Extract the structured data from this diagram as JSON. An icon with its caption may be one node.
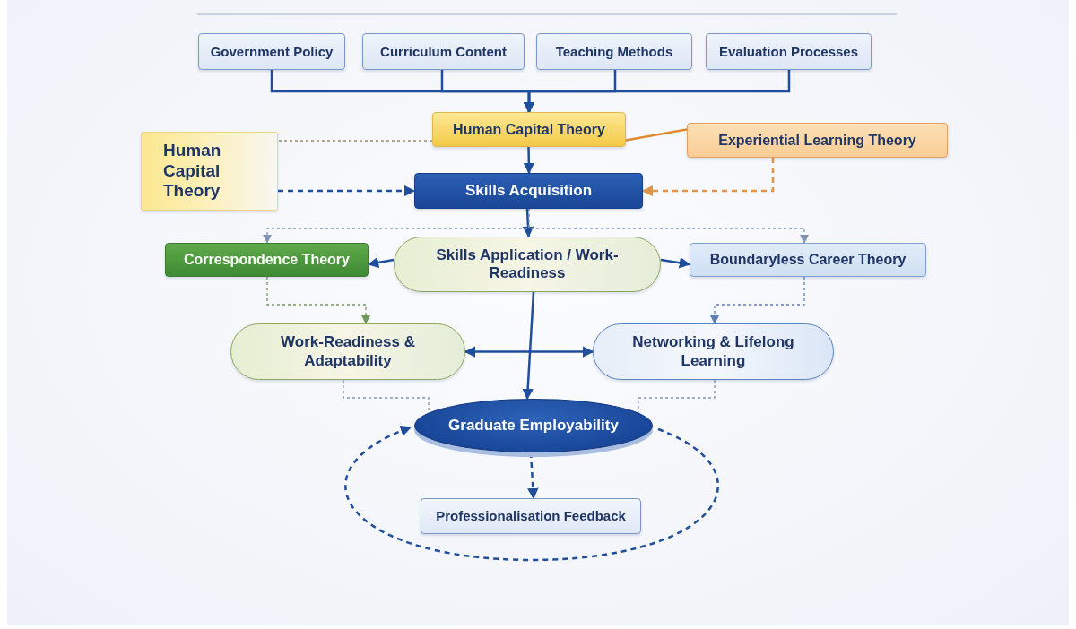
{
  "diagram": {
    "nodes": [
      {
        "text": [
          "Government Policy"
        ]
      },
      {
        "text": [
          "Curriculum Content"
        ]
      },
      {
        "text": [
          "Teaching Methods"
        ]
      },
      {
        "text": [
          "Evaluation Processes"
        ]
      },
      {
        "text": [
          "Human Capital Theory"
        ]
      },
      {
        "text": [
          "Experiential Learning Theory"
        ]
      },
      {
        "text": [
          "Human Capital Theory"
        ]
      },
      {
        "text": [
          "Skills Acquisition"
        ]
      },
      {
        "text": [
          "Correspondence Theory"
        ]
      },
      {
        "text": [
          "Skills Application / Work-Readiness"
        ]
      },
      {
        "text": [
          "Boundaryless Career Theory"
        ]
      },
      {
        "text": [
          "Work-Readiness & Adaptability"
        ]
      },
      {
        "text": [
          "Networking & Lifelong Learning"
        ]
      },
      {
        "text": [
          "Graduate Employability"
        ]
      },
      {
        "text": [
          "Professionalisation Feedback"
        ]
      }
    ],
    "edges": [
      {
        "from": 0,
        "to": 4,
        "arrow": "to"
      },
      {
        "from": 1,
        "to": 4,
        "arrow": "to"
      },
      {
        "from": 2,
        "to": 4,
        "arrow": "to"
      },
      {
        "from": 3,
        "to": 4,
        "arrow": "to"
      },
      {
        "from": 4,
        "to": 5,
        "arrow": "none",
        "color": "#e08a2e"
      },
      {
        "from": 4,
        "to": 6,
        "arrow": "none",
        "style": "dashed",
        "color": "#9a8f6a"
      },
      {
        "from": 4,
        "to": 7,
        "arrow": "to"
      },
      {
        "from": 6,
        "to": 7,
        "arrow": "to",
        "style": "dashed"
      },
      {
        "from": 5,
        "to": 7,
        "arrow": "to",
        "style": "dashed",
        "color": "#e0954a"
      },
      {
        "from": 7,
        "to": 9,
        "arrow": "to"
      },
      {
        "from": 9,
        "to": 8,
        "arrow": "to"
      },
      {
        "from": 9,
        "to": 10,
        "arrow": "to"
      },
      {
        "from": 7,
        "to": 8,
        "arrow": "to",
        "style": "dashed",
        "color": "#8094b4"
      },
      {
        "from": 7,
        "to": 10,
        "arrow": "to",
        "style": "dashed",
        "color": "#8094b4"
      },
      {
        "from": 8,
        "to": 11,
        "arrow": "to",
        "style": "dashed",
        "color": "#6f9a5c"
      },
      {
        "from": 10,
        "to": 12,
        "arrow": "to",
        "style": "dashed",
        "color": "#5a7fb8"
      },
      {
        "from": 9,
        "to": 13,
        "arrow": "to"
      },
      {
        "from": 11,
        "to": 12,
        "arrow": "both"
      },
      {
        "from": 11,
        "to": 13,
        "arrow": "none",
        "style": "dashed",
        "color": "#8094b4"
      },
      {
        "from": 12,
        "to": 13,
        "arrow": "none",
        "style": "dashed",
        "color": "#8094b4"
      },
      {
        "from": 13,
        "to": 14,
        "arrow": "to",
        "style": "dashed"
      },
      {
        "from": 13,
        "to": 13,
        "arrow": "to",
        "style": "dashed"
      }
    ]
  }
}
